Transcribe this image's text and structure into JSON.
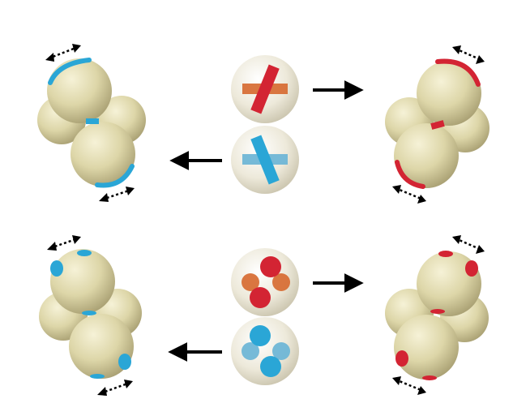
{
  "colors": {
    "background": "#ffffff",
    "sphere_body": "#ddd6a8",
    "sphere_shadow": "#8f875e",
    "blue_patch": "#2aa6d6",
    "red_patch": "#d32433",
    "orange_arm": "#d6682e",
    "light_blue_arm": "#6fb6d6",
    "coating_sphere": "#f1efe6",
    "arrow": "#000000"
  },
  "rows": [
    {
      "patch_shape": "stripe",
      "center_particles": [
        {
          "name": "red-cross-particle",
          "primary": "red",
          "secondary": "orange"
        },
        {
          "name": "blue-cross-particle",
          "primary": "blue",
          "secondary": "light_blue"
        }
      ],
      "left_cluster_color": "blue",
      "right_cluster_color": "red"
    },
    {
      "patch_shape": "dot",
      "center_particles": [
        {
          "name": "red-dot-particle",
          "primary": "red",
          "secondary": "orange"
        },
        {
          "name": "blue-dot-particle",
          "primary": "blue",
          "secondary": "light_blue"
        }
      ],
      "left_cluster_color": "blue",
      "right_cluster_color": "red"
    }
  ]
}
